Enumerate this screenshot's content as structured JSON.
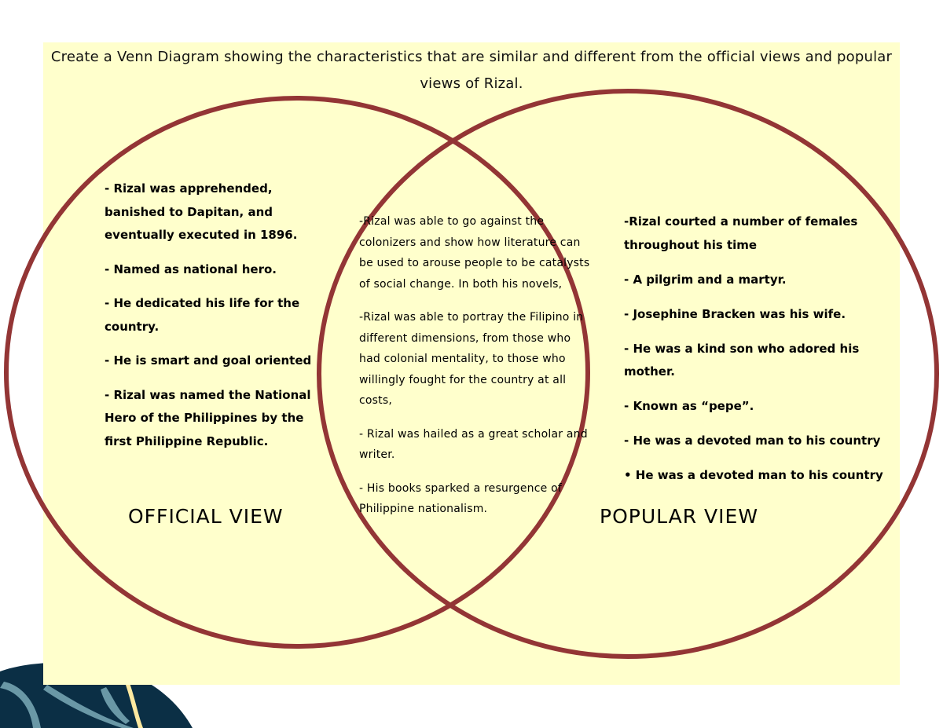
{
  "title": "Create a Venn Diagram showing the characteristics that are similar and different from the official views and popular views of Rizal.",
  "colors": {
    "panel_bg": "#ffffcc",
    "circle_stroke": "#933535",
    "decor_dark": "#0b2f45",
    "decor_light": "#6a98a6",
    "decor_yellow": "#fde9a0"
  },
  "diagram": {
    "left_circle": {
      "label": "OFFICIAL VIEW",
      "items": [
        "- Rizal was apprehended, banished to Dapitan, and eventually executed in 1896.",
        "- Named as national hero.",
        "- He dedicated his life for the country.",
        "- He is smart and goal oriented",
        "- Rizal was named the National Hero of the Philippines by the first Philippine Republic."
      ]
    },
    "overlap": {
      "items": [
        "-Rizal was able to go against the colonizers and show how literature can be used to arouse people to be catalysts of social change. In both his novels,",
        "-Rizal was able to portray the Filipino in different dimensions, from those who had colonial mentality, to those who willingly fought for the country at all costs,",
        "- Rizal was hailed as a great scholar and writer.",
        "- His books sparked a resurgence of Philippine nationalism."
      ]
    },
    "right_circle": {
      "label": "POPULAR VIEW",
      "items": [
        "-Rizal courted a number of females throughout his time",
        "- A pilgrim and a martyr.",
        "- Josephine Bracken was his wife.",
        "- He was a kind son who adored his mother.",
        "- Known as  “pepe”.",
        "- He was a devoted man to his country",
        "• He was a devoted man to his country"
      ]
    }
  }
}
